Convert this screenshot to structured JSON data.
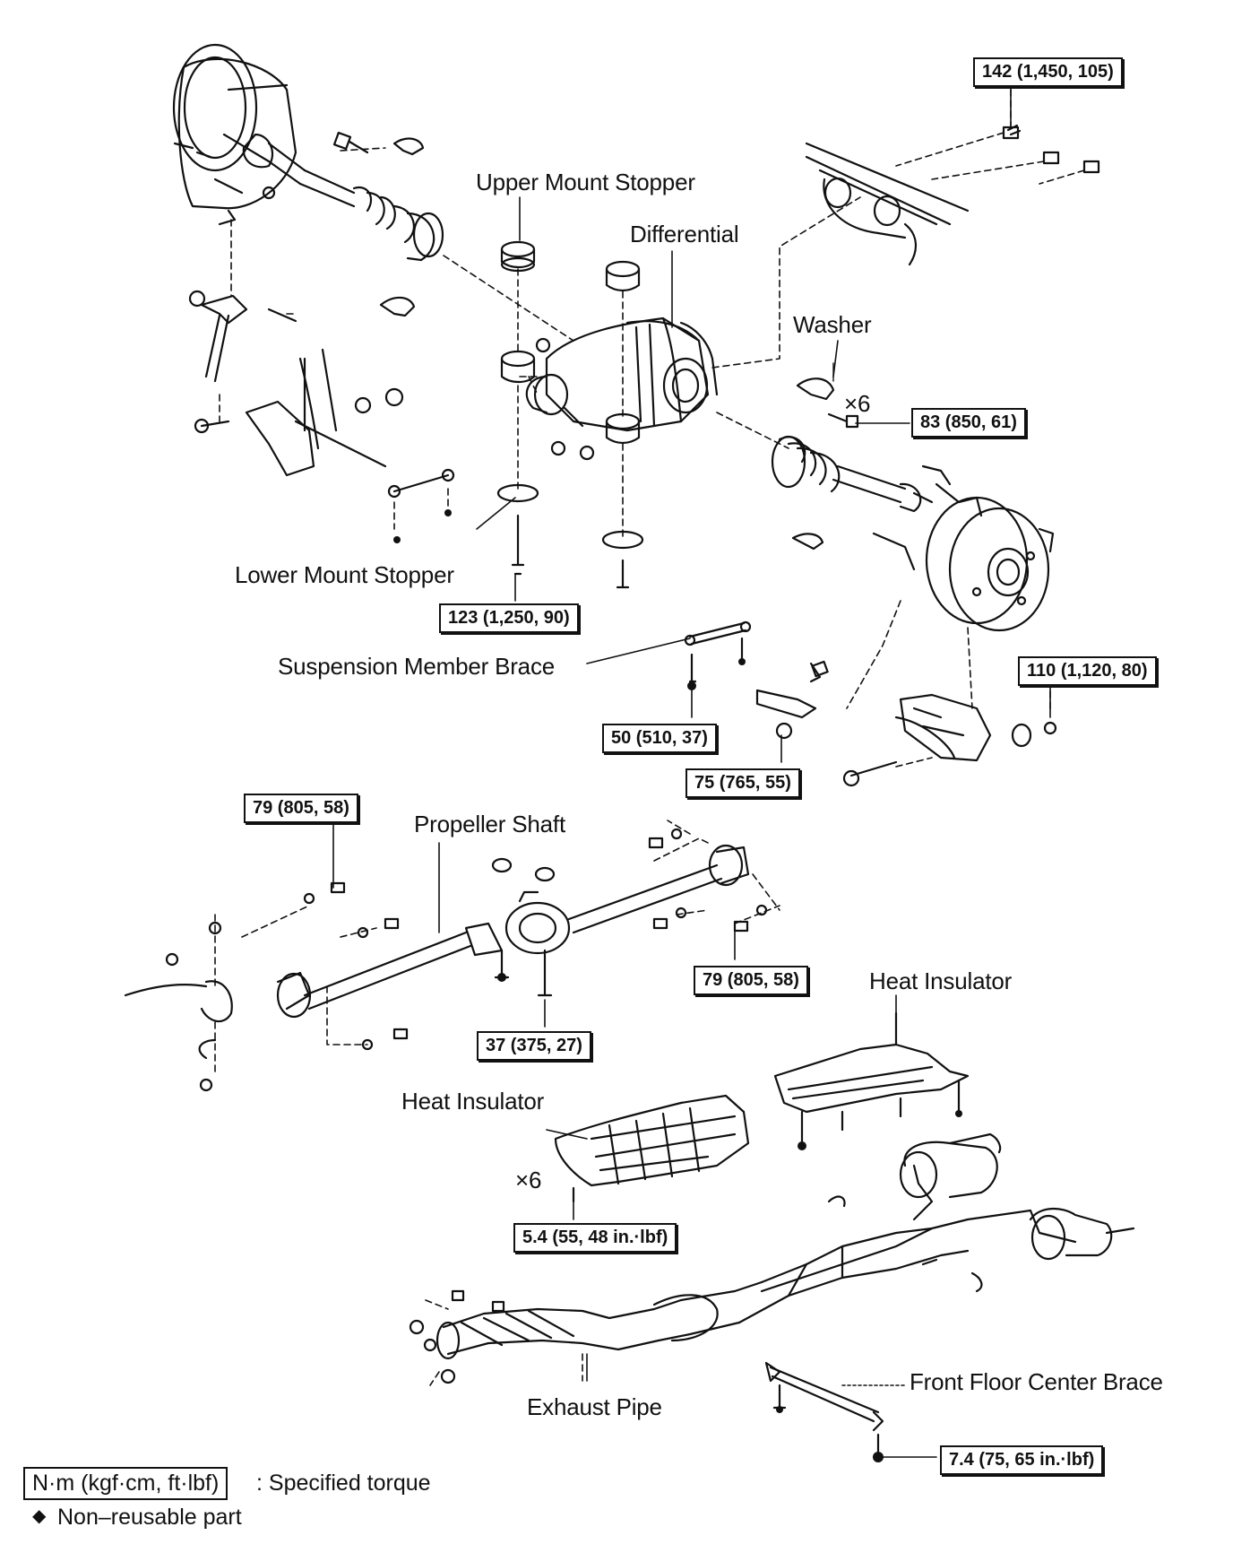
{
  "labels": {
    "upper_mount_stopper": "Upper Mount Stopper",
    "differential": "Differential",
    "washer": "Washer",
    "washer_qty": "×6",
    "lower_mount_stopper": "Lower Mount Stopper",
    "suspension_member_brace": "Suspension Member Brace",
    "propeller_shaft": "Propeller Shaft",
    "heat_insulator_right": "Heat Insulator",
    "heat_insulator_center": "Heat Insulator",
    "heat_insulator_qty": "×6",
    "exhaust_pipe": "Exhaust Pipe",
    "front_floor_center_brace": "Front Floor Center Brace"
  },
  "torques": {
    "t142": "142 (1,450, 105)",
    "t83": "83 (850, 61)",
    "t123": "123 (1,250, 90)",
    "t110": "110 (1,120, 80)",
    "t50": "50 (510, 37)",
    "t75": "75 (765, 55)",
    "t79_left": "79 (805, 58)",
    "t79_right": "79 (805, 58)",
    "t37": "37 (375, 27)",
    "t5_4": "5.4 (55, 48 in.·lbf)",
    "t7_4": "7.4 (75, 65 in.·lbf)"
  },
  "legend": {
    "unit_box": "N·m (kgf·cm, ft·lbf)",
    "unit_desc": ": Specified torque",
    "nonreusable_symbol": "◆",
    "nonreusable_desc": "Non–reusable part"
  }
}
